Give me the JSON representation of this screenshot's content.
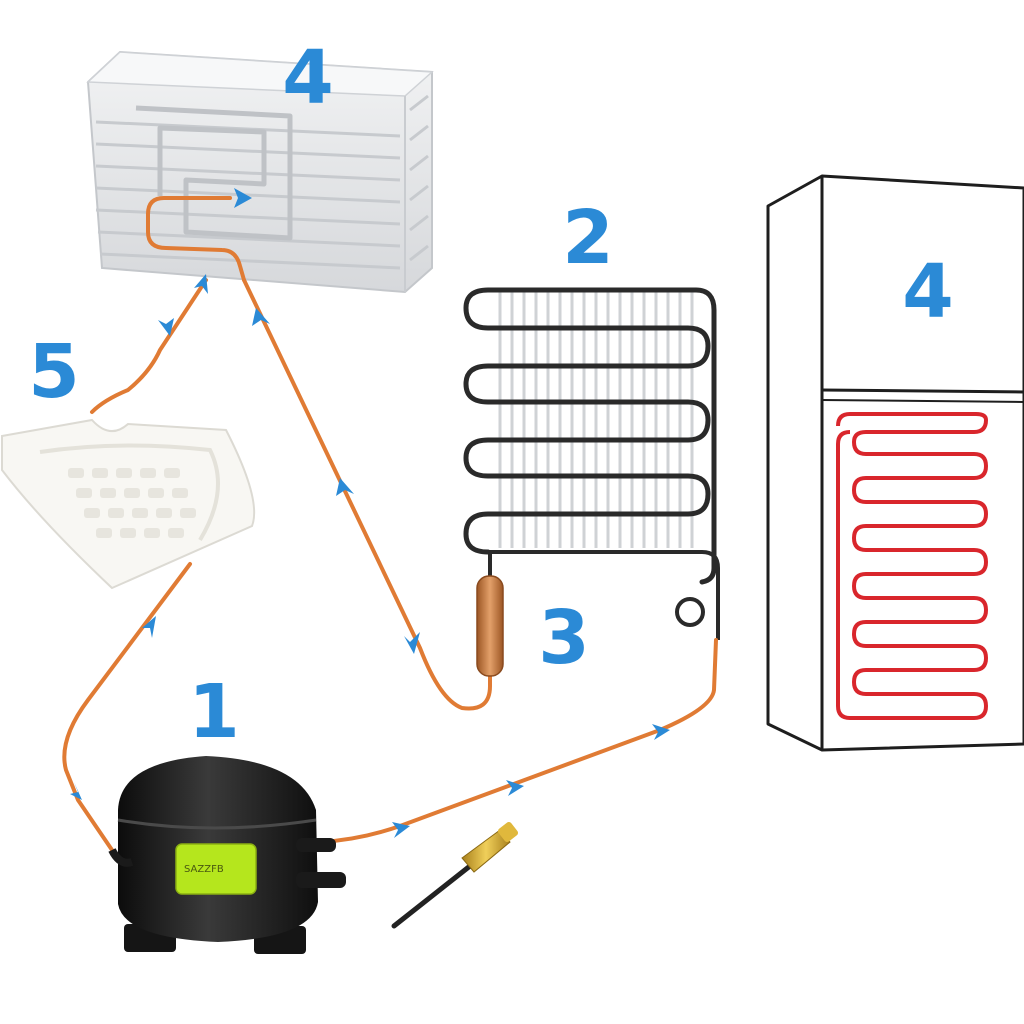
{
  "labels": {
    "compressor": "1",
    "condenser": "2",
    "filter_drier": "3",
    "evaporator_box": "4",
    "refrigerator": "4",
    "evaporator_plate": "5"
  },
  "compressor_badge": "SAZZFB",
  "colors": {
    "label": "#2b8ad6",
    "copper_tube": "#e07b34",
    "flow_arrow": "#2b8ad6",
    "condenser_coil": "#2a2a2a",
    "heating_coil": "#d9262c",
    "compressor_body": "#1c1c1c",
    "compressor_badge": "#b5e61d",
    "drier": "#c77a3c",
    "evaporator_box": "#e6e7e9",
    "evaporator_plate": "#f7f6f2"
  },
  "icons": [
    "compressor-icon",
    "condenser-coil-icon",
    "filter-drier-icon",
    "evaporator-box-icon",
    "refrigerator-icon",
    "evaporator-plate-icon",
    "service-valve-icon",
    "flow-arrow-icon"
  ]
}
